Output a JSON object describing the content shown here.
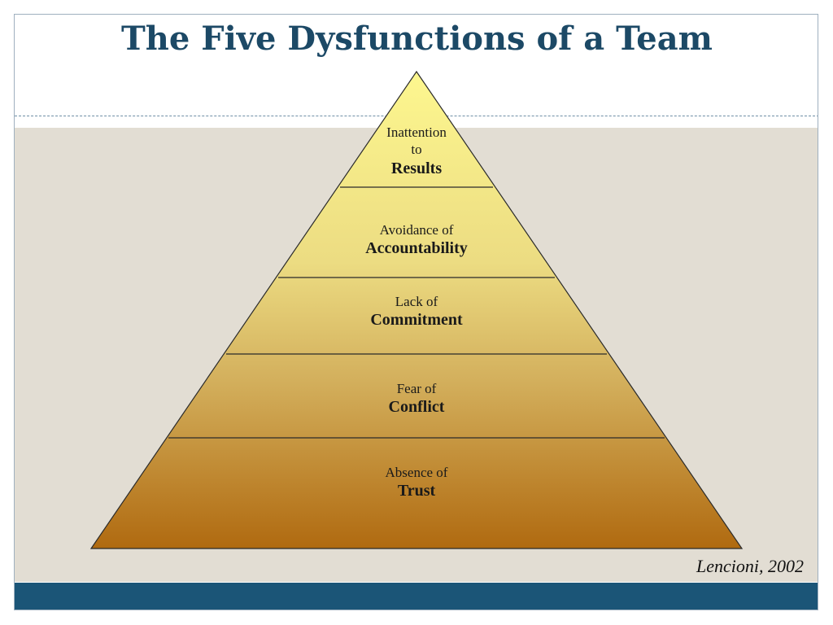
{
  "slide": {
    "title": "The Five Dysfunctions of a Team",
    "citation": "Lencioni, 2002"
  },
  "pyramid": {
    "levels": [
      {
        "pre_line1": "Inattention",
        "pre_line2": "to",
        "key": "Results"
      },
      {
        "pre": "Avoidance of",
        "key": "Accountability"
      },
      {
        "pre": "Lack of",
        "key": "Commitment"
      },
      {
        "pre": "Fear of",
        "key": "Conflict"
      },
      {
        "pre": "Absence of",
        "key": "Trust"
      }
    ]
  },
  "colors": {
    "title": "#1c4966",
    "content_background": "#e2ddd3",
    "footer_bar": "#1b5577",
    "pyramid_top": "#fdf68e",
    "pyramid_bottom": "#b06a10"
  }
}
